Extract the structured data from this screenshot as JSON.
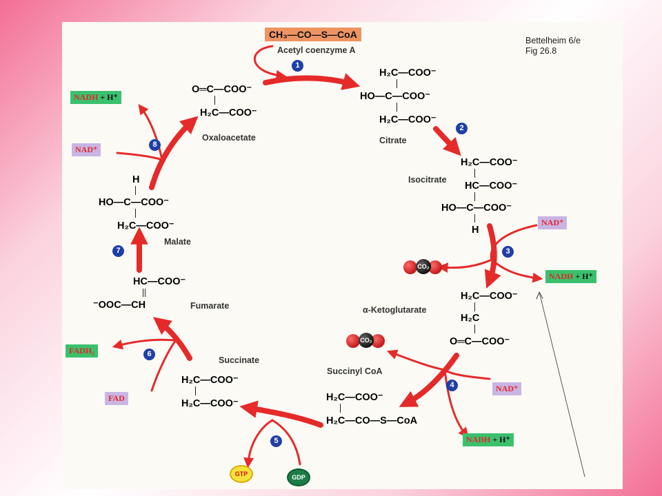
{
  "caption": {
    "line1": "Bettelheim 6/e",
    "line2": "Fig 26.8"
  },
  "acetyl_coa": {
    "formula": "CH₃—CO—S—CoA",
    "name": "Acetyl coenzyme A"
  },
  "molecules": {
    "oxaloacetate": {
      "name": "Oxaloacetate",
      "r1": "O═C—COO⁻",
      "r2": "H₂C—COO⁻"
    },
    "citrate": {
      "name": "Citrate",
      "r1": "H₂C—COO⁻",
      "r2": "HO—C—COO⁻",
      "r3": "H₂C—COO⁻"
    },
    "isocitrate": {
      "name": "Isocitrate",
      "r1": "H₂C—COO⁻",
      "r2": "HC—COO⁻",
      "r3": "HO—C—COO⁻",
      "r4": "H"
    },
    "ketoglutarate": {
      "name": "α-Ketoglutarate",
      "r1": "H₂C—COO⁻",
      "r2": "H₂C",
      "r3": "O═C—COO⁻"
    },
    "succinyl_coa": {
      "name": "Succinyl CoA",
      "r1": "H₂C—COO⁻",
      "r2": "H₂C—CO—S—CoA"
    },
    "succinate": {
      "name": "Succinate",
      "r1": "H₂C—COO⁻",
      "r2": "H₂C—COO⁻"
    },
    "fumarate": {
      "name": "Fumarate",
      "r1": "HC—COO⁻",
      "r2": "⁻OOC—CH"
    },
    "malate": {
      "name": "Malate",
      "r1": "H",
      "r2": "HO—C—COO⁻",
      "r3": "H₂C—COO⁻"
    }
  },
  "cofactors": {
    "nadh": "NADH",
    "hplus": "+ H⁺",
    "nad": "NAD⁺",
    "fadh2": "FADH₂",
    "fad": "FAD",
    "co2": "CO₂",
    "gtp": "GTP",
    "gdp": "GDP"
  },
  "steps": [
    "1",
    "2",
    "3",
    "4",
    "5",
    "6",
    "7",
    "8"
  ],
  "colors": {
    "arrow": "#e52a2a",
    "step_circle": "#1f3fa6",
    "nadh_box": "#3bc16e",
    "nad_box": "#c9b5e4",
    "acetyl_box": "#ee9462"
  }
}
